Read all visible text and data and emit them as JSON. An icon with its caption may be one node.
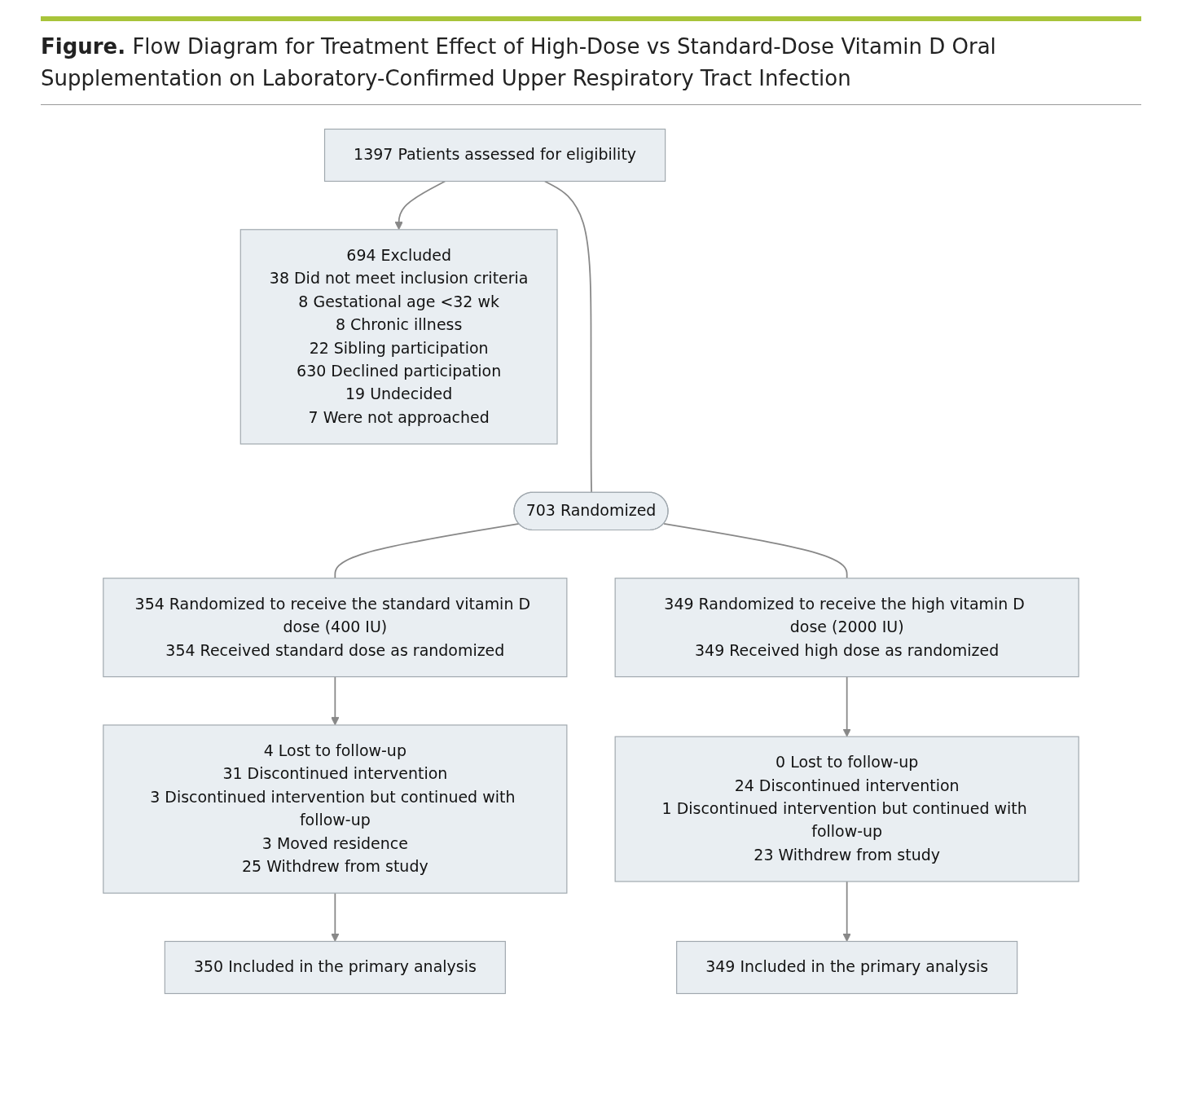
{
  "diagram": {
    "title": "**Figure.** Flow Diagram for Treatment Effect of High-Dose vs Standard-Dose Vitamin D Oral Supplementation on Laboratory-Confirmed Upper Respiratory Tract Infection",
    "nodes": [
      {
        "text": [
          "1397 Patients assessed for eligibility"
        ]
      },
      {
        "text": [
          "694 Excluded",
          "38 Did not meet inclusion criteria",
          "8 Gestational age <32 wk",
          "8 Chronic illness",
          "22 Sibling participation",
          "630 Declined participation",
          "19 Undecided",
          "7 Were not approached"
        ]
      },
      {
        "text": [
          "703 Randomized"
        ]
      },
      {
        "text": [
          "354 Randomized to receive the standard vitamin D dose (400 IU)",
          "354 Received standard dose as randomized"
        ]
      },
      {
        "text": [
          "349 Randomized to receive the high vitamin D dose (2000 IU)",
          "349 Received high dose as randomized"
        ]
      },
      {
        "text": [
          "4 Lost to follow-up",
          "31 Discontinued intervention",
          "3 Discontinued intervention but continued with follow-up",
          "3 Moved residence",
          "25 Withdrew from study"
        ]
      },
      {
        "text": [
          "0 Lost to follow-up",
          "24 Discontinued intervention",
          "1 Discontinued intervention but continued with follow-up",
          "23 Withdrew from study"
        ]
      },
      {
        "text": [
          "350 Included in the primary analysis"
        ]
      },
      {
        "text": [
          "349 Included in the primary analysis"
        ]
      }
    ],
    "edges": [
      {
        "from": 0,
        "to": 1,
        "arrow": "to"
      },
      {
        "from": 0,
        "to": 2,
        "arrow": "none"
      },
      {
        "from": 2,
        "to": 3,
        "arrow": "none"
      },
      {
        "from": 2,
        "to": 4,
        "arrow": "none"
      },
      {
        "from": 3,
        "to": 5,
        "arrow": "to"
      },
      {
        "from": 4,
        "to": 6,
        "arrow": "to"
      },
      {
        "from": 5,
        "to": 7,
        "arrow": "to"
      },
      {
        "from": 6,
        "to": 8,
        "arrow": "to"
      }
    ]
  }
}
